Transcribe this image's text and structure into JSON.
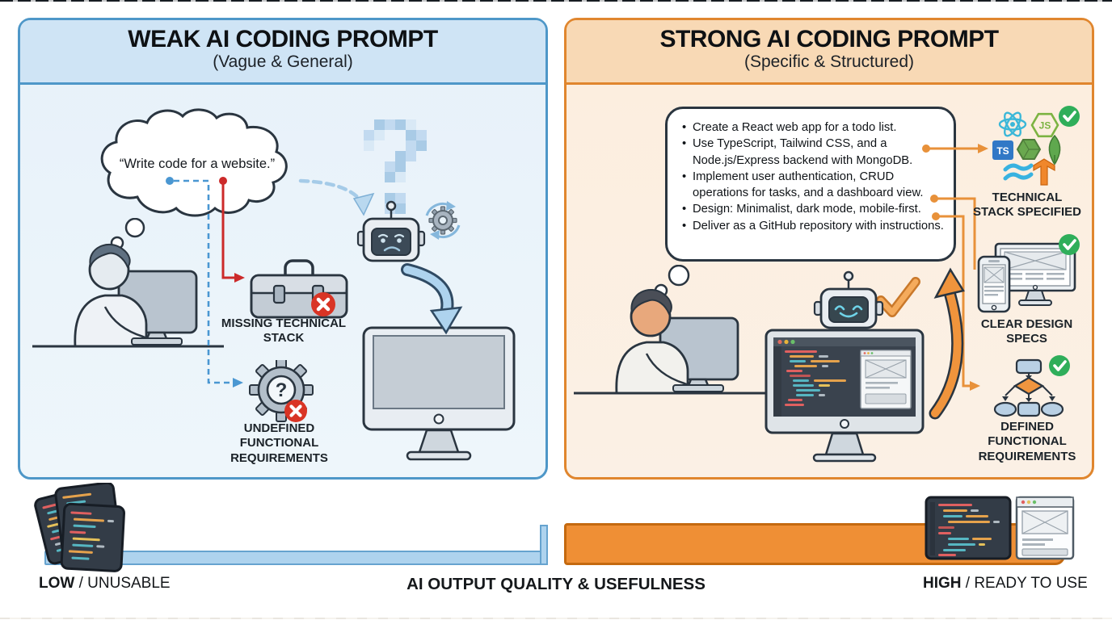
{
  "left_panel": {
    "title": "WEAK AI CODING PROMPT",
    "subtitle": "(Vague & General)",
    "thought_bubble": "“Write code for a website.”",
    "gear_question_mark": "?",
    "captions": {
      "missing_stack": [
        "MISSING TECHNICAL",
        "STACK"
      ],
      "undefined_reqs": [
        "UNDEFINED",
        "FUNCTIONAL",
        "REQUIREMENTS"
      ]
    }
  },
  "right_panel": {
    "title": "STRONG AI CODING PROMPT",
    "subtitle": "(Specific & Structured)",
    "prompt_bullets": [
      "Create a React web app for a todo list.",
      "Use TypeScript, Tailwind CSS, and a\nNode.js/Express backend with MongoDB.",
      "Implement user authentication, CRUD\noperations for tasks, and a dashboard view.",
      "Design: Minimalist, dark mode, mobile-first.",
      "Deliver as a GitHub repository with instructions."
    ],
    "icon_labels": {
      "typescript": "TS",
      "javascript": "JS"
    },
    "captions": {
      "tech_stack": [
        "TECHNICAL",
        "STACK SPECIFIED"
      ],
      "design_specs": [
        "CLEAR DESIGN",
        "SPECS"
      ],
      "defined_reqs": [
        "DEFINED",
        "FUNCTIONAL",
        "REQUIREMENTS"
      ]
    }
  },
  "bottom_axis": {
    "low_strong": "LOW",
    "low_rest": " / UNUSABLE",
    "center_label": "AI OUTPUT QUALITY & USEFULNESS",
    "high_strong": "HIGH",
    "high_rest": " / READY TO USE"
  },
  "colors": {
    "weak_accent": "#4e97c8",
    "weak_header_bg": "#cfe4f5",
    "weak_body_bg": "#e9f3fa",
    "strong_accent": "#e0862e",
    "strong_header_bg": "#f8d9b5",
    "strong_body_bg": "#fbeee1",
    "outline_dark": "#2a3540",
    "error_red": "#d93425",
    "success_green": "#2fae5a",
    "connector_orange": "#e8913a",
    "bar_low_blue": "#aed3ee",
    "bar_high_orange": "#ef8f35"
  }
}
